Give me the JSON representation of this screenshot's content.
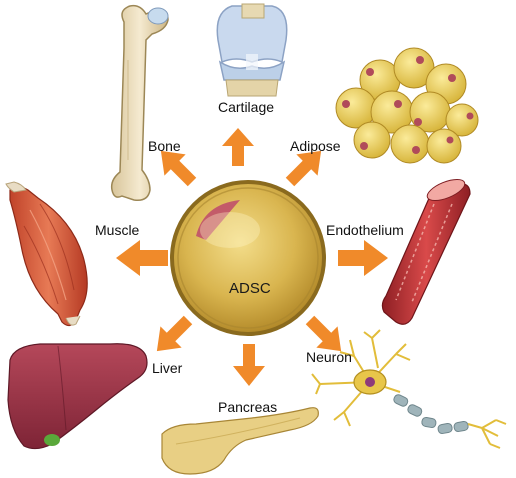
{
  "center": {
    "label": "ADSC"
  },
  "targets": [
    {
      "id": "cartilage",
      "label": "Cartilage",
      "icon": "cartilage-icon"
    },
    {
      "id": "bone",
      "label": "Bone",
      "icon": "bone-icon"
    },
    {
      "id": "adipose",
      "label": "Adipose",
      "icon": "adipose-icon"
    },
    {
      "id": "muscle",
      "label": "Muscle",
      "icon": "muscle-icon"
    },
    {
      "id": "endothelium",
      "label": "Endothelium",
      "icon": "endothelium-icon"
    },
    {
      "id": "liver",
      "label": "Liver",
      "icon": "liver-icon"
    },
    {
      "id": "pancreas",
      "label": "Pancreas",
      "icon": "pancreas-icon"
    },
    {
      "id": "neuron",
      "label": "Neuron",
      "icon": "neuron-icon"
    }
  ],
  "colors": {
    "arrow": "#f08a2a",
    "cell_body": "#c9a646",
    "cell_rim": "#8a6a1e",
    "nucleus": "#c0506a"
  }
}
